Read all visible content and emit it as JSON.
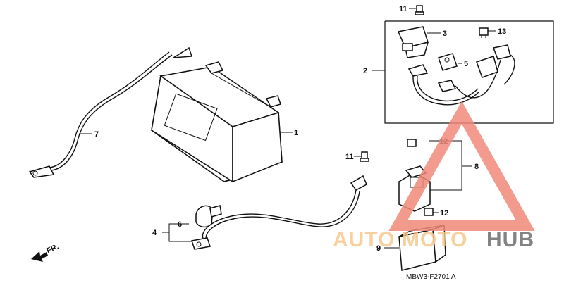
{
  "callouts": {
    "c1": "1",
    "c2": "2",
    "c3": "3",
    "c4": "4",
    "c5": "5",
    "c6": "6",
    "c7": "7",
    "c8": "8",
    "c9": "9",
    "c10": "11",
    "c11": "11",
    "c12": "12",
    "c13": "12",
    "c14": "13"
  },
  "direction_label": "FR.",
  "diagram_code": "MBW3-F2701 A",
  "watermark": {
    "part1": "AUTO",
    "part2": "MOTO",
    "part3": "HUB",
    "color_primary": "#f08a7a",
    "color_secondary": "#f6c88e",
    "color_dark": "#6e6e6e"
  }
}
